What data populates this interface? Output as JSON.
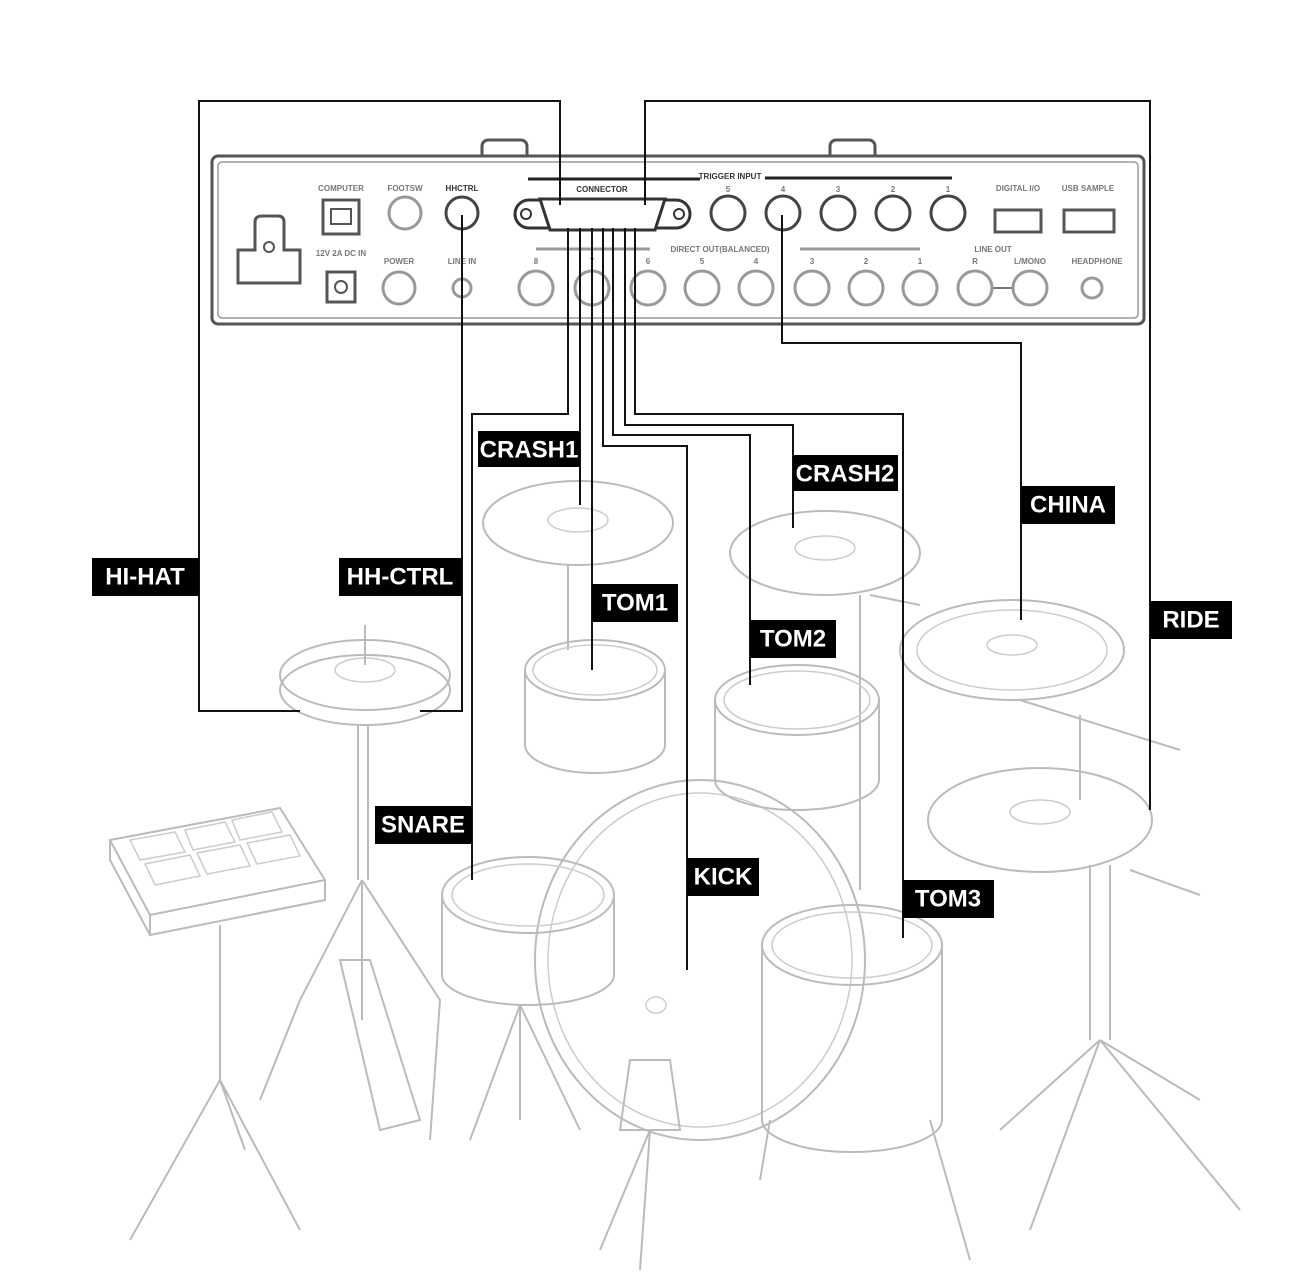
{
  "module_panel": {
    "computer": "COMPUTER",
    "footsw": "FOOTSW",
    "hhctrl": "HHCTRL",
    "connector": "CONNECTOR",
    "trigger_input": "TRIGGER INPUT",
    "trigger_numbers": [
      "5",
      "4",
      "3",
      "2",
      "1"
    ],
    "digital_io": "DIGITAL I/O",
    "usb_sample": "USB SAMPLE",
    "dc_in": "12V 2A DC IN",
    "power": "POWER",
    "line_in": "LINE IN",
    "direct_out": "DIRECT OUT(BALANCED)",
    "direct_out_numbers": [
      "8",
      "7",
      "6",
      "5",
      "4",
      "3",
      "2",
      "1"
    ],
    "line_out": "LINE OUT",
    "line_out_r": "R",
    "line_out_l": "L/MONO",
    "headphone": "HEADPHONE"
  },
  "pad_labels": {
    "crash1": "CRASH1",
    "crash2": "CRASH2",
    "china": "CHINA",
    "hihat": "HI-HAT",
    "hhctrl": "HH-CTRL",
    "ride": "RIDE",
    "tom1": "TOM1",
    "tom2": "TOM2",
    "snare": "SNARE",
    "kick": "KICK",
    "tom3": "TOM3"
  }
}
